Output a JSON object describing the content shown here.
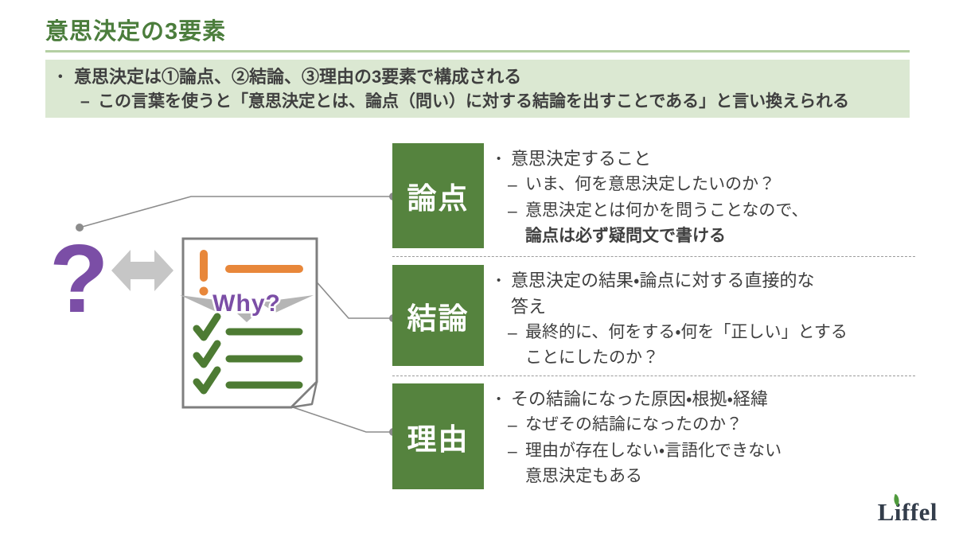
{
  "slide": {
    "title": "意思決定の3要素",
    "summary": {
      "bullet_marker": "•",
      "line1": "意思決定は①論点、②結論、③理由の3要素で構成される",
      "dash_marker": "–",
      "line2": "この言葉を使うと「意思決定とは、論点（問い）に対する結論を出すことである」と言い換えられる"
    }
  },
  "illustration": {
    "question_mark": "?",
    "exclamation_mark": "!",
    "why_label": "Why?"
  },
  "sections": [
    {
      "label": "論点",
      "items": [
        {
          "marker": "•",
          "text": "意思決定すること"
        },
        {
          "marker": "–",
          "text": "いま、何を意思決定したいのか？"
        },
        {
          "marker": "–",
          "text": "意思決定とは何かを問うことなので、",
          "bold_text": "論点は必ず疑問文で書ける"
        }
      ]
    },
    {
      "label": "結論",
      "items": [
        {
          "marker": "•",
          "text": "意思決定の結果・論点に対する直接的な",
          "text2": "答え"
        },
        {
          "marker": "–",
          "text": "最終的に、何をする・何を「正しい」とする",
          "text2": "ことにしたのか？"
        }
      ]
    },
    {
      "label": "理由",
      "items": [
        {
          "marker": "•",
          "text": "その結論になった原因・根拠・経緯"
        },
        {
          "marker": "–",
          "text": "なぜその結論になったのか？"
        },
        {
          "marker": "–",
          "text": "理由が存在しない・言語化できない",
          "text2": "意思決定もある"
        }
      ]
    }
  ],
  "logo": {
    "text": "Liffel"
  },
  "colors": {
    "title_green": "#4B7D3C",
    "box_green": "#55833E",
    "summary_bg": "#DBE8D2",
    "divider_green": "#B4CFA3",
    "purple": "#7B4EA6",
    "orange": "#E8873A",
    "check_green": "#4D7B33",
    "body_text": "#3F3F3F",
    "connector_gray": "#8C8C8C",
    "arrow_gray": "#C6C6C6",
    "logo_navy": "#333D4B"
  }
}
